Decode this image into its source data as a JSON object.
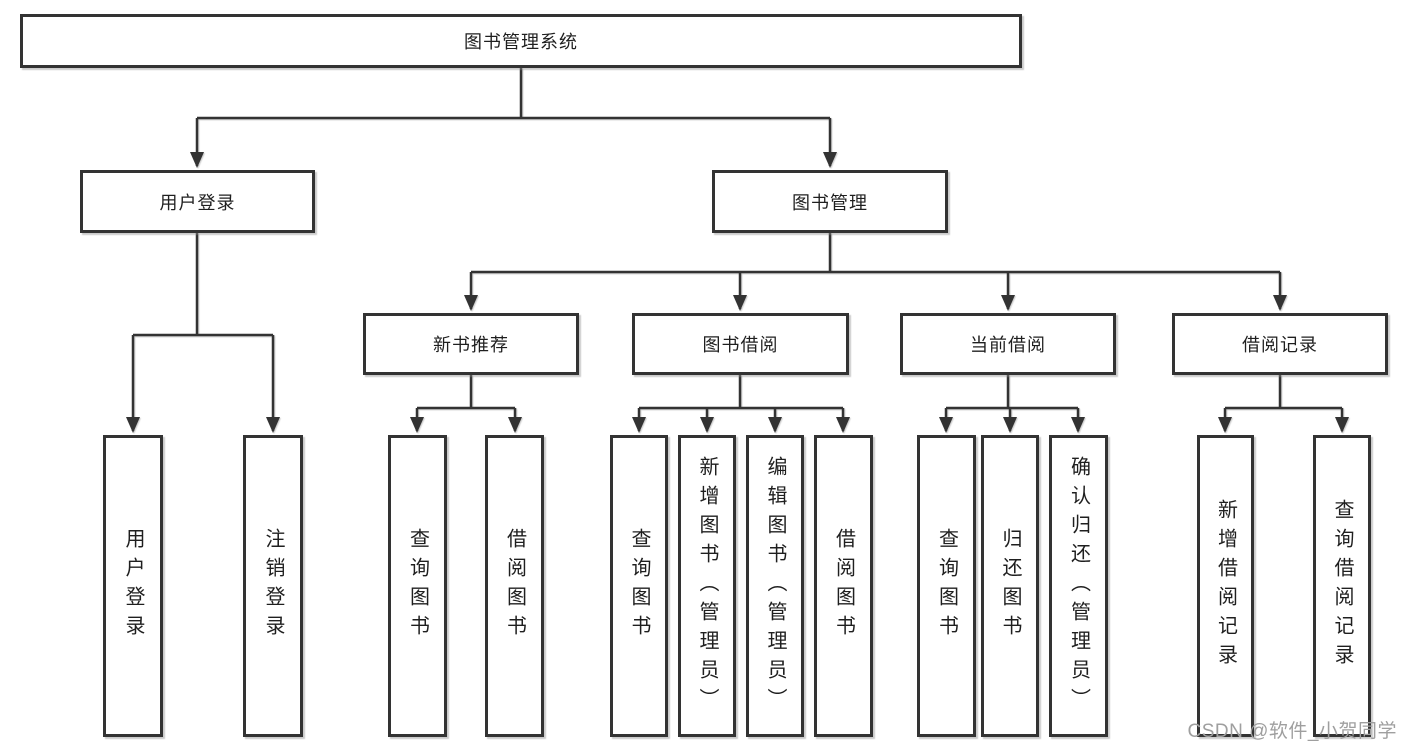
{
  "diagram": {
    "root": {
      "label": "图书管理系统"
    },
    "level2": [
      {
        "label": "用户登录"
      },
      {
        "label": "图书管理"
      }
    ],
    "level3": [
      {
        "label": "新书推荐"
      },
      {
        "label": "图书借阅"
      },
      {
        "label": "当前借阅"
      },
      {
        "label": "借阅记录"
      }
    ],
    "leaves": [
      {
        "label": "用户登录"
      },
      {
        "label": "注销登录"
      },
      {
        "label": "查询图书"
      },
      {
        "label": "借阅图书"
      },
      {
        "label": "查询图书"
      },
      {
        "label": "新增图书（管理员）"
      },
      {
        "label": "编辑图书（管理员）"
      },
      {
        "label": "借阅图书"
      },
      {
        "label": "查询图书"
      },
      {
        "label": "归还图书"
      },
      {
        "label": "确认归还（管理员）"
      },
      {
        "label": "新增借阅记录"
      },
      {
        "label": "查询借阅记录"
      }
    ],
    "hierarchy": {
      "图书管理系统": [
        "用户登录",
        "图书管理"
      ],
      "用户登录": [
        "用户登录",
        "注销登录"
      ],
      "图书管理": [
        "新书推荐",
        "图书借阅",
        "当前借阅",
        "借阅记录"
      ],
      "新书推荐": [
        "查询图书",
        "借阅图书"
      ],
      "图书借阅": [
        "查询图书",
        "新增图书（管理员）",
        "编辑图书（管理员）",
        "借阅图书"
      ],
      "当前借阅": [
        "查询图书",
        "归还图书",
        "确认归还（管理员）"
      ],
      "借阅记录": [
        "新增借阅记录",
        "查询借阅记录"
      ]
    }
  },
  "watermark": {
    "text": "CSDN @软件_小贺同学"
  },
  "colors": {
    "line": "#333333",
    "box_border": "#333333",
    "text": "#1f1f1f",
    "background": "#ffffff",
    "watermark": "#9f9f9f"
  }
}
